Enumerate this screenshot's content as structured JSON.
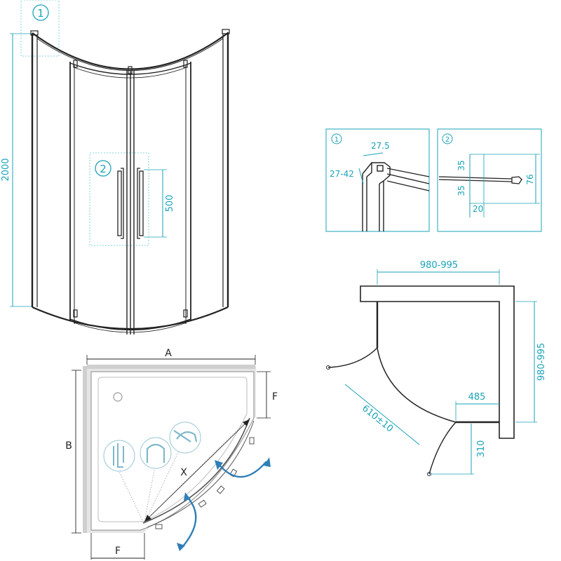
{
  "colors": {
    "dimension": "#1aa3b8",
    "line": "#222222",
    "tray_fill": "#e6e6e6",
    "arrow": "#2f7fb8",
    "callout_border": "#7fd0de"
  },
  "front_view": {
    "callout_1": "1",
    "callout_2": "2",
    "height": "2000",
    "handle_zone": "500"
  },
  "detail_1": {
    "callout": "1",
    "width": "27.5",
    "adjust": "27-42"
  },
  "detail_2": {
    "callout": "2",
    "upper": "35",
    "lower": "35",
    "total": "76",
    "width": "20"
  },
  "plan_view": {
    "width": "980-995",
    "depth": "980-995",
    "door_width": "610±10",
    "offset_x": "485",
    "offset_y": "310"
  },
  "tray_view": {
    "label_a": "A",
    "label_b": "B",
    "label_f_side": "F",
    "label_f_bottom": "F",
    "label_x": "X"
  }
}
